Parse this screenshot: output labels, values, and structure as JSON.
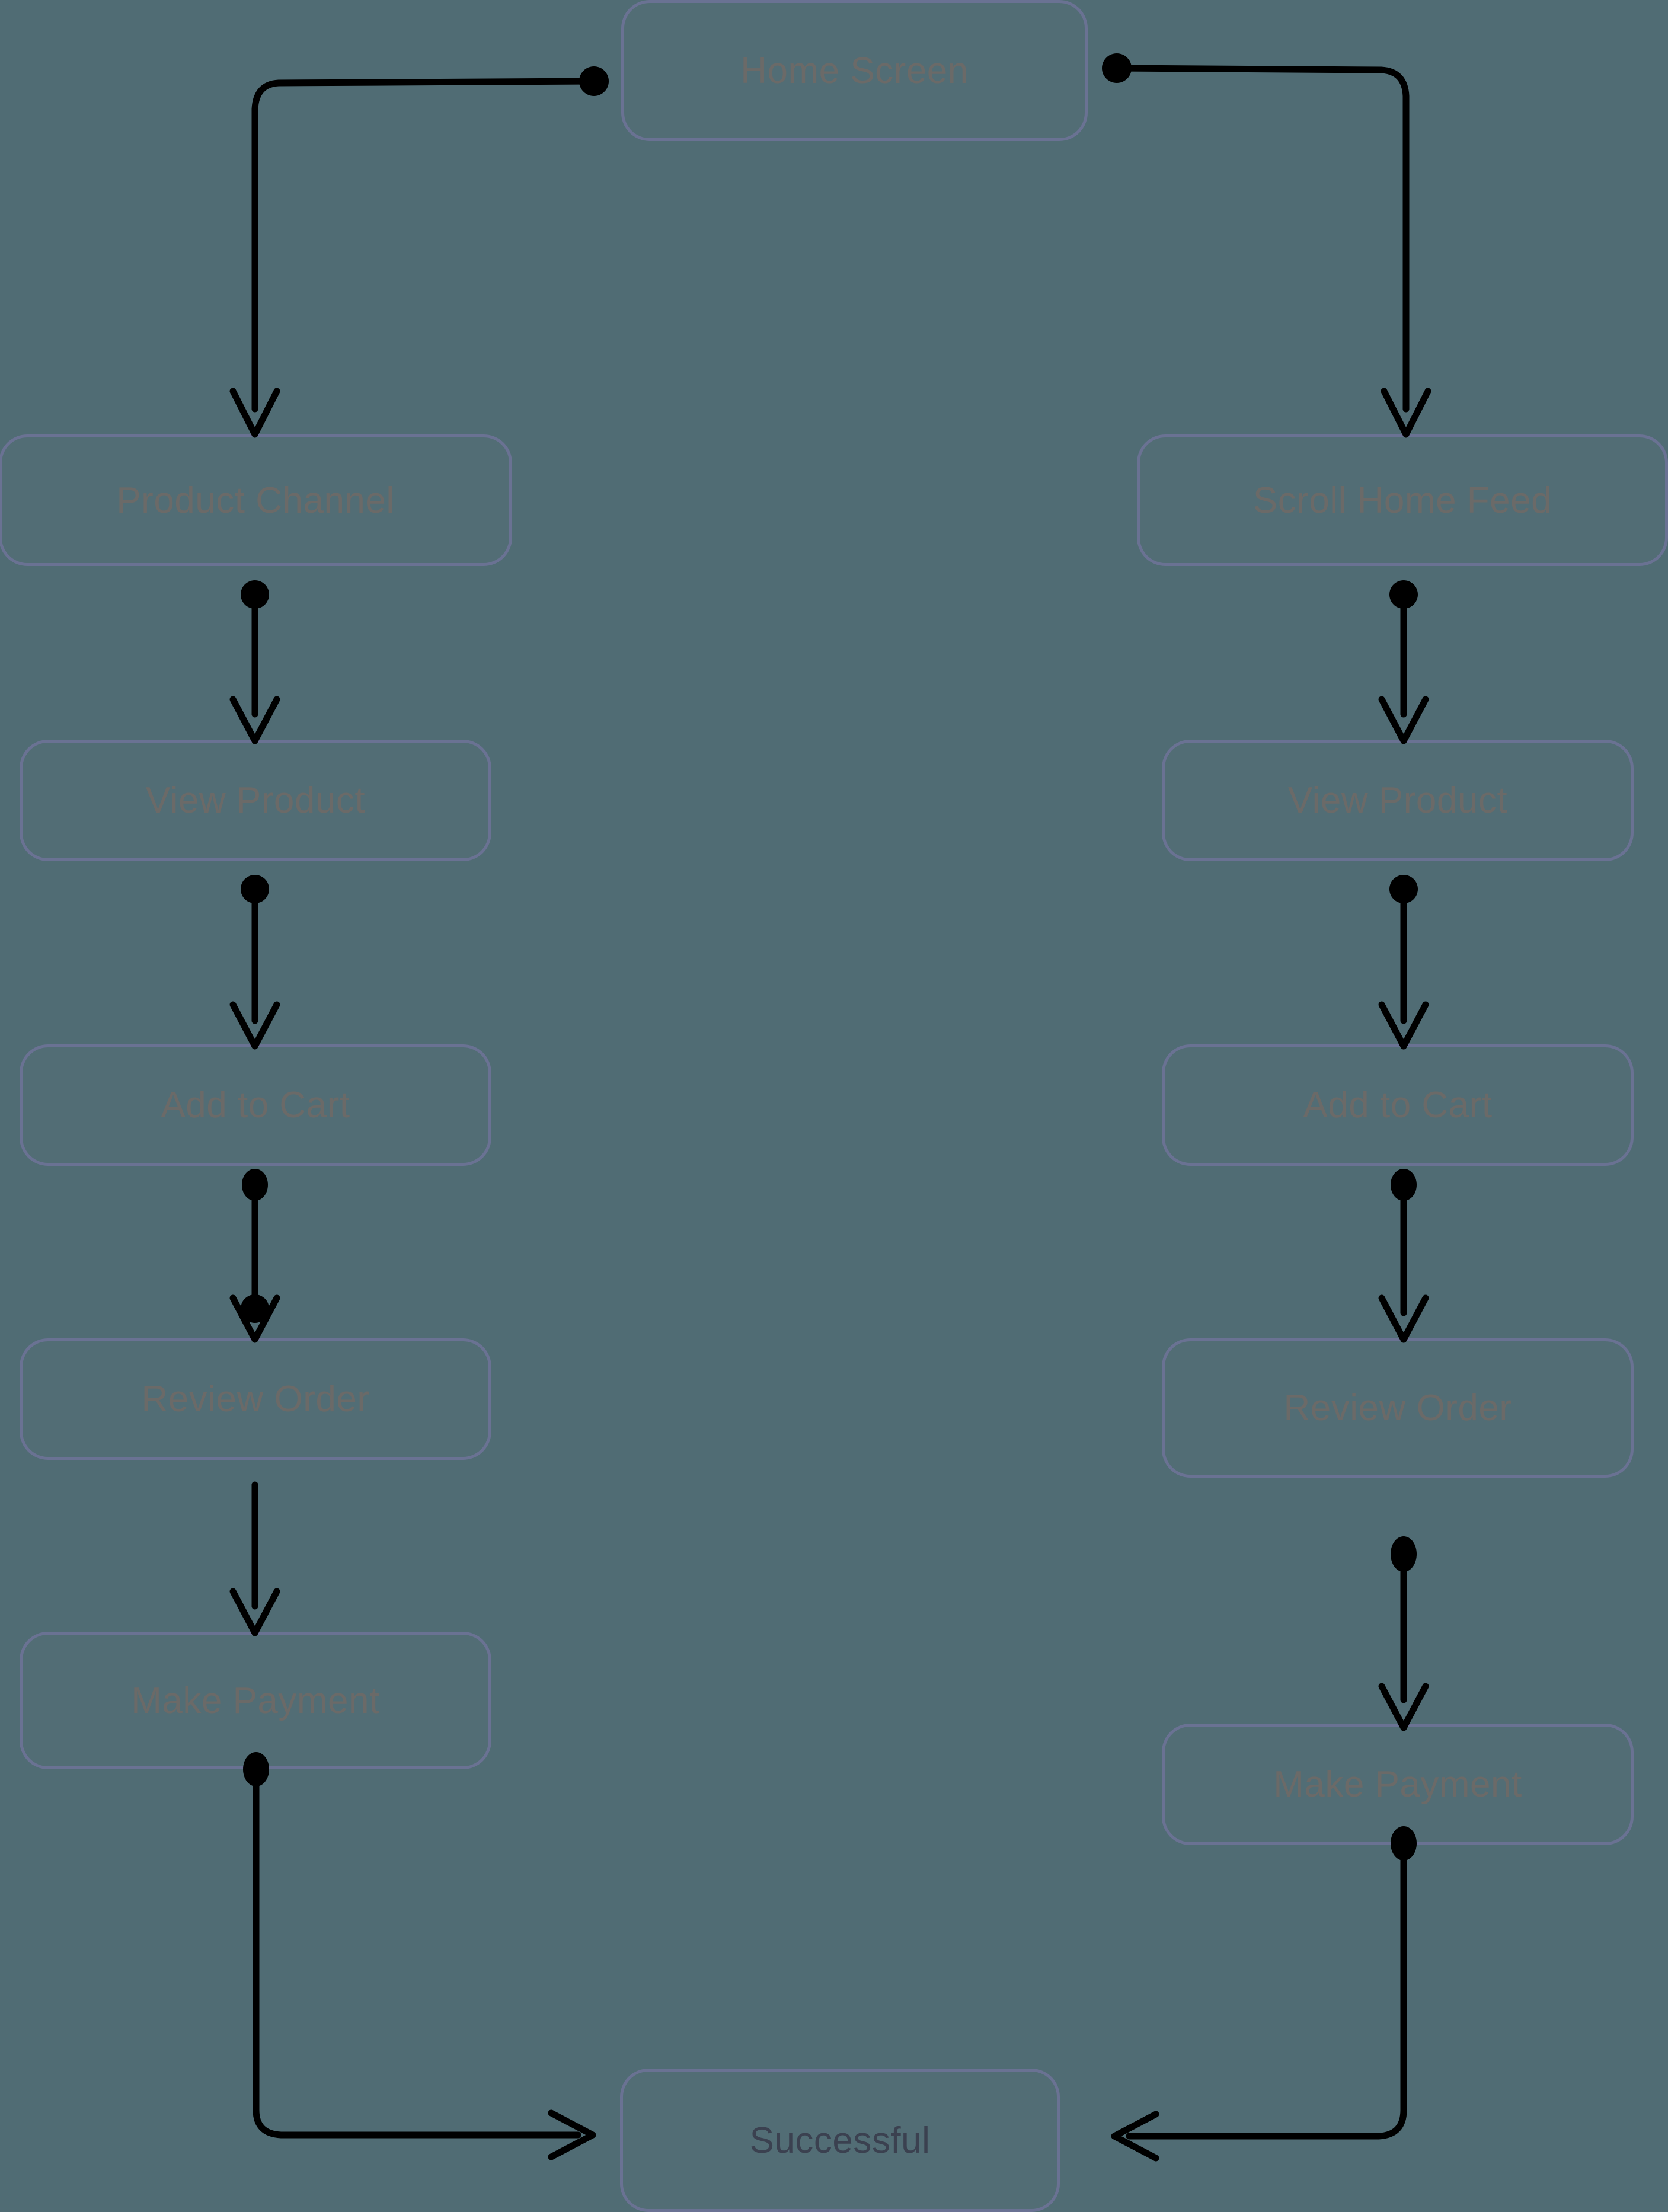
{
  "diagram": {
    "type": "flowchart",
    "title": "E-commerce Purchase Flow",
    "orientation": "top-down",
    "colors": {
      "background": "#506c74",
      "node_border": "#6a7293",
      "node_text": "#6b6a68",
      "terminal_text": "#3b4150",
      "edge": "#000000"
    }
  },
  "nodes": {
    "home_screen": {
      "label": "Home Screen"
    },
    "left": {
      "product_channel": {
        "label": "Product Channel"
      },
      "view_product": {
        "label": "View Product"
      },
      "add_to_cart": {
        "label": "Add to Cart"
      },
      "review_order": {
        "label": "Review Order"
      },
      "make_payment": {
        "label": "Make Payment"
      }
    },
    "right": {
      "scroll_home_feed": {
        "label": "Scroll Home Feed"
      },
      "view_product": {
        "label": "View Product"
      },
      "add_to_cart": {
        "label": "Add to Cart"
      },
      "review_order": {
        "label": "Review Order"
      },
      "make_payment": {
        "label": "Make Payment"
      }
    },
    "successful": {
      "label": "Successful"
    }
  },
  "edges": [
    {
      "from": "Home Screen",
      "to": "Product Channel"
    },
    {
      "from": "Home Screen",
      "to": "Scroll Home Feed"
    },
    {
      "from": "Product Channel",
      "to": "View Product"
    },
    {
      "from": "View Product",
      "to": "Add to Cart"
    },
    {
      "from": "Add to Cart",
      "to": "Review Order"
    },
    {
      "from": "Review Order",
      "to": "Make Payment"
    },
    {
      "from": "Make Payment",
      "to": "Successful"
    },
    {
      "from": "Scroll Home Feed",
      "to": "View Product"
    },
    {
      "from": "View Product",
      "to": "Add to Cart"
    },
    {
      "from": "Add to Cart",
      "to": "Review Order"
    },
    {
      "from": "Review Order",
      "to": "Make Payment"
    },
    {
      "from": "Make Payment",
      "to": "Successful"
    }
  ]
}
